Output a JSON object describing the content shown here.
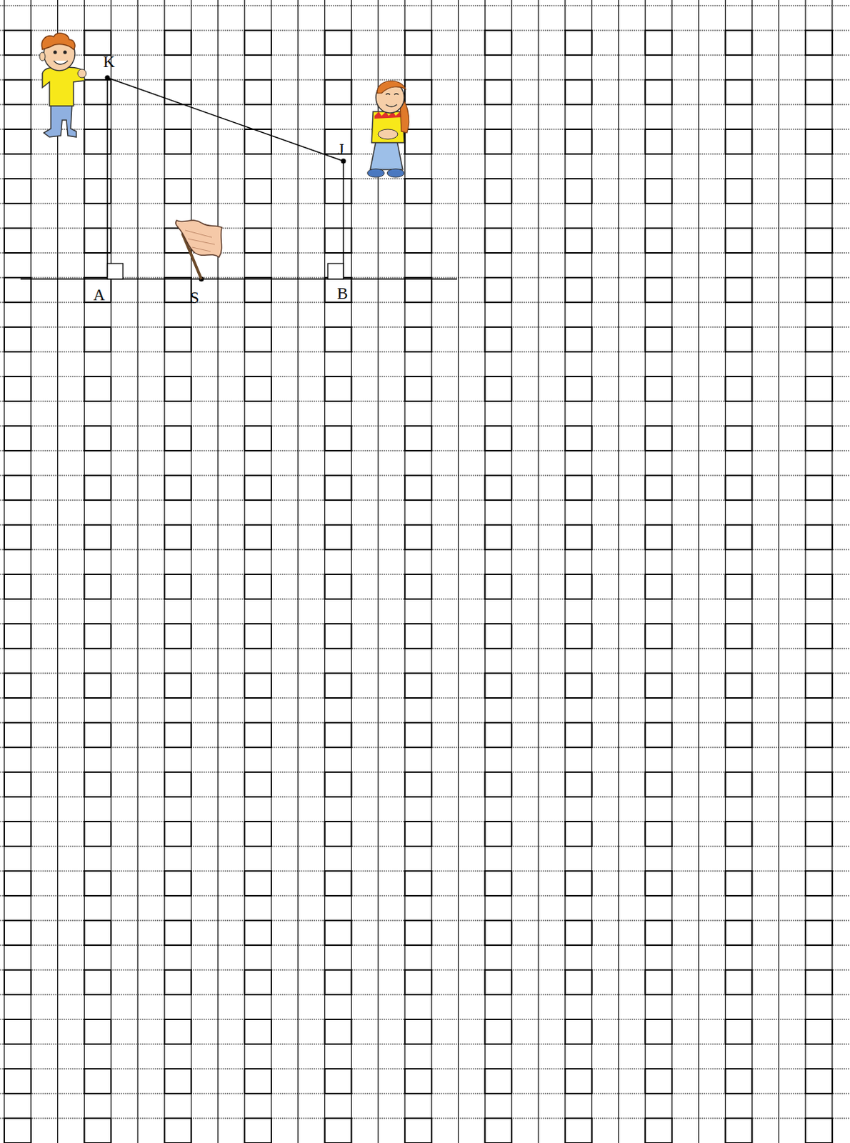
{
  "diagram": {
    "labels": [
      "K",
      "J",
      "A",
      "S",
      "B"
    ]
  }
}
